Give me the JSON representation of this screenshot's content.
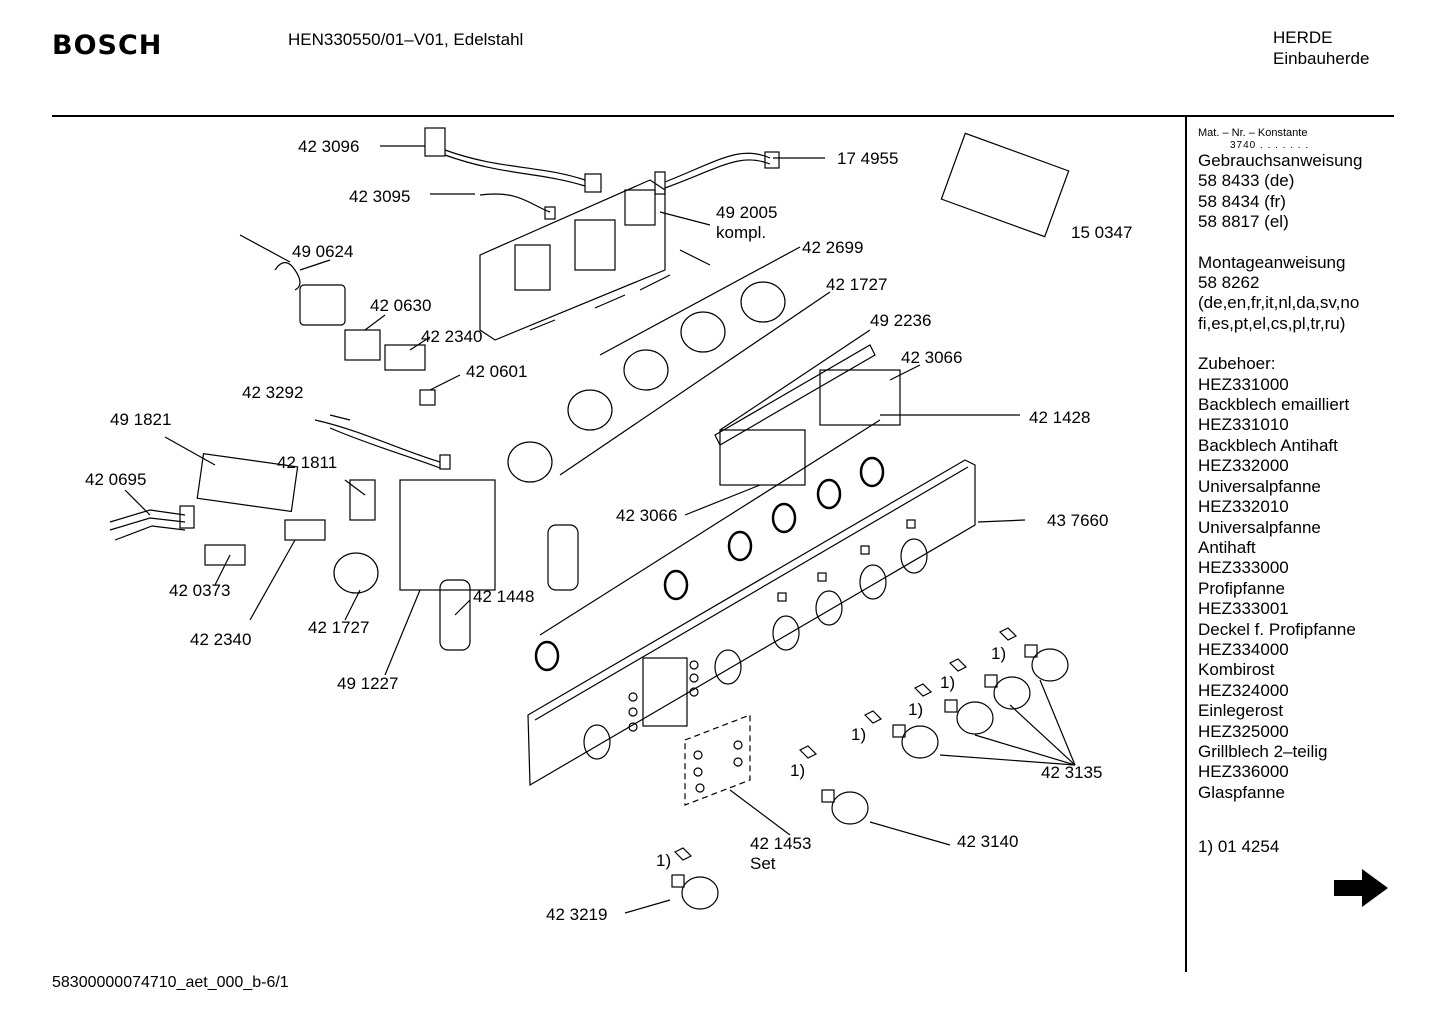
{
  "header": {
    "brand": "BOSCH",
    "model": "HEN330550/01–V01, Edelstahl",
    "category_line1": "HERDE",
    "category_line2": "Einbauherde"
  },
  "footer": {
    "doc_id": "58300000074710_aet_000_b-6/1"
  },
  "side_panel": {
    "mat_header": "Mat. – Nr. – Konstante",
    "mat_value": "3740 . . . . . . .",
    "gebrauch": [
      "Gebrauchsanweisung",
      "58 8433 (de)",
      "58 8434 (fr)",
      "58 8817 (el)"
    ],
    "montage": [
      "Montageanweisung",
      "58 8262",
      "(de,en,fr,it,nl,da,sv,no",
      "fi,es,pt,el,cs,pl,tr,ru)"
    ],
    "zubehoer": [
      "Zubehoer:",
      "HEZ331000",
      "Backblech emailliert",
      "HEZ331010",
      "Backblech Antihaft",
      "HEZ332000",
      "Universalpfanne",
      "HEZ332010",
      "Universalpfanne",
      "Antihaft",
      "HEZ333000",
      "Profipfanne",
      "HEZ333001",
      "Deckel f. Profipfanne",
      "HEZ334000",
      "Kombirost",
      "HEZ324000",
      "Einlegerost",
      "HEZ325000",
      "Grillblech 2–teilig",
      "HEZ336000",
      "Glaspfanne"
    ],
    "footnote": "1) 01 4254",
    "next_icon": "arrow-right-icon"
  },
  "parts": {
    "p423096": "42 3096",
    "p174955": "17 4955",
    "p423095": "42 3095",
    "p492005": "49 2005",
    "kompl": "kompl.",
    "p150347": "15 0347",
    "p490624": "49 0624",
    "p422699": "42 2699",
    "p421727a": "42 1727",
    "p420630": "42 0630",
    "p422340a": "42 2340",
    "p492236": "49 2236",
    "p420601": "42 0601",
    "p423066a": "42 3066",
    "p423292": "42 3292",
    "p491821": "49 1821",
    "p421428": "42 1428",
    "p421811": "42 1811",
    "p420695": "42 0695",
    "p423066b": "42 3066",
    "p437660": "43 7660",
    "p420373": "42 0373",
    "p421448": "42 1448",
    "p422340b": "42 2340",
    "p421727b": "42 1727",
    "p491227": "49 1227",
    "p423135": "42 3135",
    "p421453": "42 1453",
    "set": "Set",
    "p423140": "42 3140",
    "p423219": "42 3219",
    "fn": "1)"
  }
}
